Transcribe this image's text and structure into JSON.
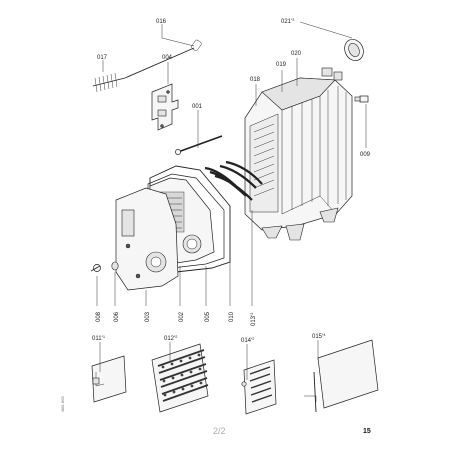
{
  "callouts": [
    {
      "id": "c016",
      "text": "016",
      "sup": ""
    },
    {
      "id": "c021",
      "text": "021",
      "sup": "*3"
    },
    {
      "id": "c017",
      "text": "017",
      "sup": ""
    },
    {
      "id": "c004",
      "text": "004",
      "sup": ""
    },
    {
      "id": "c018",
      "text": "018",
      "sup": ""
    },
    {
      "id": "c019",
      "text": "019",
      "sup": ""
    },
    {
      "id": "c020",
      "text": "020",
      "sup": ""
    },
    {
      "id": "c001",
      "text": "001",
      "sup": ""
    },
    {
      "id": "c009",
      "text": "009",
      "sup": ""
    },
    {
      "id": "c008",
      "text": "008",
      "sup": ""
    },
    {
      "id": "c006",
      "text": "006",
      "sup": ""
    },
    {
      "id": "c003",
      "text": "003",
      "sup": ""
    },
    {
      "id": "c002",
      "text": "002",
      "sup": ""
    },
    {
      "id": "c005",
      "text": "005",
      "sup": ""
    },
    {
      "id": "c010",
      "text": "010",
      "sup": ""
    },
    {
      "id": "c013",
      "text": "013",
      "sup": "*2"
    },
    {
      "id": "c011",
      "text": "011",
      "sup": "*1"
    },
    {
      "id": "c012",
      "text": "012",
      "sup": "*2"
    },
    {
      "id": "c014",
      "text": "014",
      "sup": "*2"
    },
    {
      "id": "c015",
      "text": "015",
      "sup": "*4"
    }
  ],
  "footer": {
    "page_indicator": "2/2",
    "sheet_number": "15",
    "side_code": "4801 8/03"
  },
  "colors": {
    "line": "#222222",
    "page_indicator": "#aaaaaa"
  }
}
